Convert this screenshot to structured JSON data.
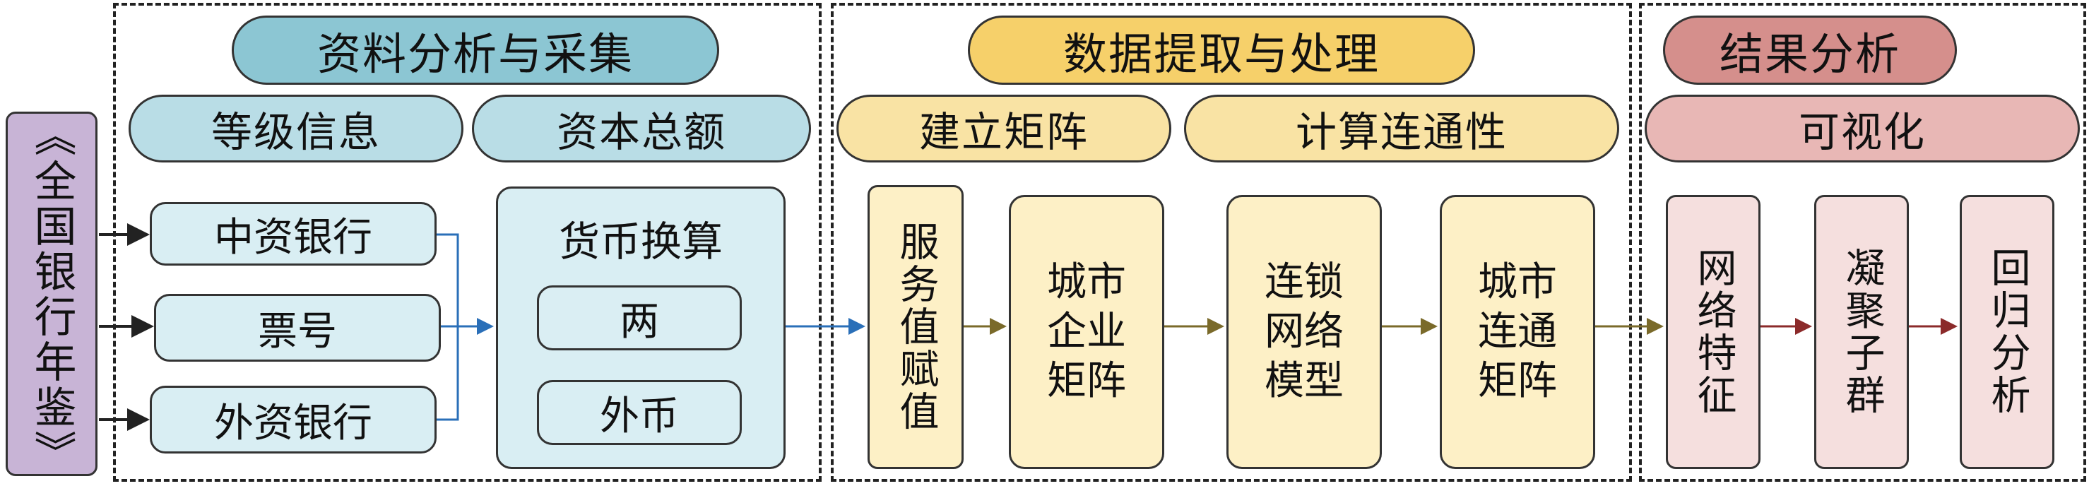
{
  "source": {
    "label": "《全国银行年鉴》"
  },
  "stage1": {
    "title": "资料分析与采集",
    "sub_left": "等级信息",
    "sub_right": "资本总额",
    "banks": [
      "中资银行",
      "票号",
      "外资银行"
    ],
    "conversion": {
      "title": "货币换算",
      "items": [
        "两",
        "外币"
      ]
    }
  },
  "stage2": {
    "title": "数据提取与处理",
    "sub_left": "建立矩阵",
    "sub_right": "计算连通性",
    "boxes": [
      "服务值赋值",
      "城市企业矩阵",
      "连锁网络模型",
      "城市连通矩阵"
    ]
  },
  "stage3": {
    "title": "结果分析",
    "sub": "可视化",
    "boxes": [
      "网络特征",
      "凝聚子群",
      "回归分析"
    ]
  },
  "colors": {
    "blue_header": "#8cc6d3",
    "yellow_header": "#f6d06a",
    "red_header": "#d58f8c",
    "source": "#c8b4d6",
    "arrow_blue": "#2a6fb8",
    "arrow_olive": "#7a6a2a",
    "arrow_red": "#8b2a2a"
  }
}
